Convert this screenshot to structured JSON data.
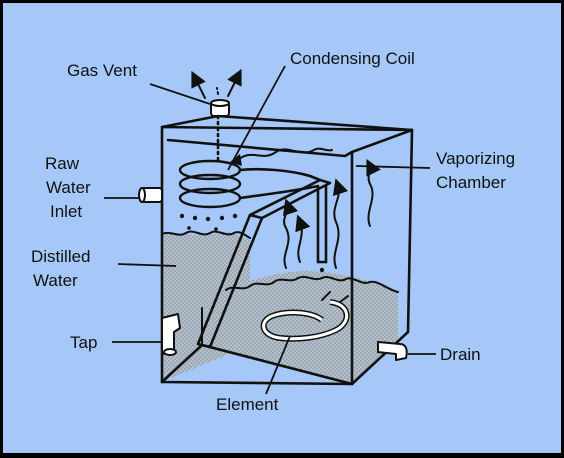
{
  "diagram": {
    "colors": {
      "background": "#a6c8f8",
      "border": "#000000",
      "water_fill": "#b3bfca",
      "ink": "#111111"
    },
    "labels": {
      "gas_vent": "Gas Vent",
      "condensing_coil": "Condensing Coil",
      "raw_water_inlet": [
        "Raw",
        "Water",
        "Inlet"
      ],
      "vaporizing_chamber": [
        "Vaporizing",
        "Chamber"
      ],
      "distilled_water": [
        "Distilled",
        "Water"
      ],
      "tap": "Tap",
      "drain": "Drain",
      "element": "Element"
    }
  }
}
